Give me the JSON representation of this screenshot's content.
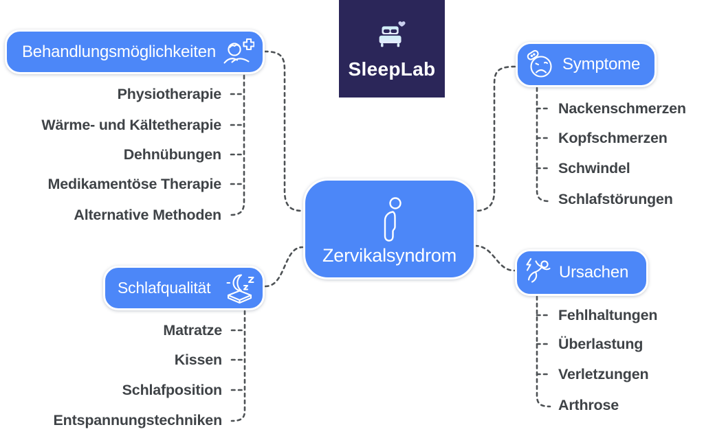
{
  "center": {
    "label": "Zervikalsyndrom",
    "icon": "forward-head-posture-icon"
  },
  "logo": {
    "brand": "SleepLab",
    "icon": "bed-heart-icon",
    "background": "#2b2659"
  },
  "colors": {
    "node_blue": "#4c87f8",
    "node_text": "#ffffff",
    "item_text": "#3f4347",
    "connector": "#4d5154",
    "logo_navy": "#2b2659"
  },
  "branches": {
    "treatments": {
      "label": "Behandlungsmöglichkeiten",
      "icon": "physiotherapist-cross-icon",
      "items": [
        "Physiotherapie",
        "Wärme- und Kältetherapie",
        "Dehnübungen",
        "Medikamentöse Therapie",
        "Alternative Methoden"
      ]
    },
    "sleep": {
      "label": "Schlafqualität",
      "icon": "moon-mattress-icon",
      "items": [
        "Matratze",
        "Kissen",
        "Schlafposition",
        "Entspannungstechniken"
      ]
    },
    "symptoms": {
      "label": "Symptome",
      "icon": "sad-face-bandage-icon",
      "items": [
        "Nackenschmerzen",
        "Kopfschmerzen",
        "Schwindel",
        "Schlafstörungen"
      ]
    },
    "causes": {
      "label": "Ursachen",
      "icon": "slipping-person-icon",
      "items": [
        "Fehlhaltungen",
        "Überlastung",
        "Verletzungen",
        "Arthrose"
      ]
    }
  }
}
